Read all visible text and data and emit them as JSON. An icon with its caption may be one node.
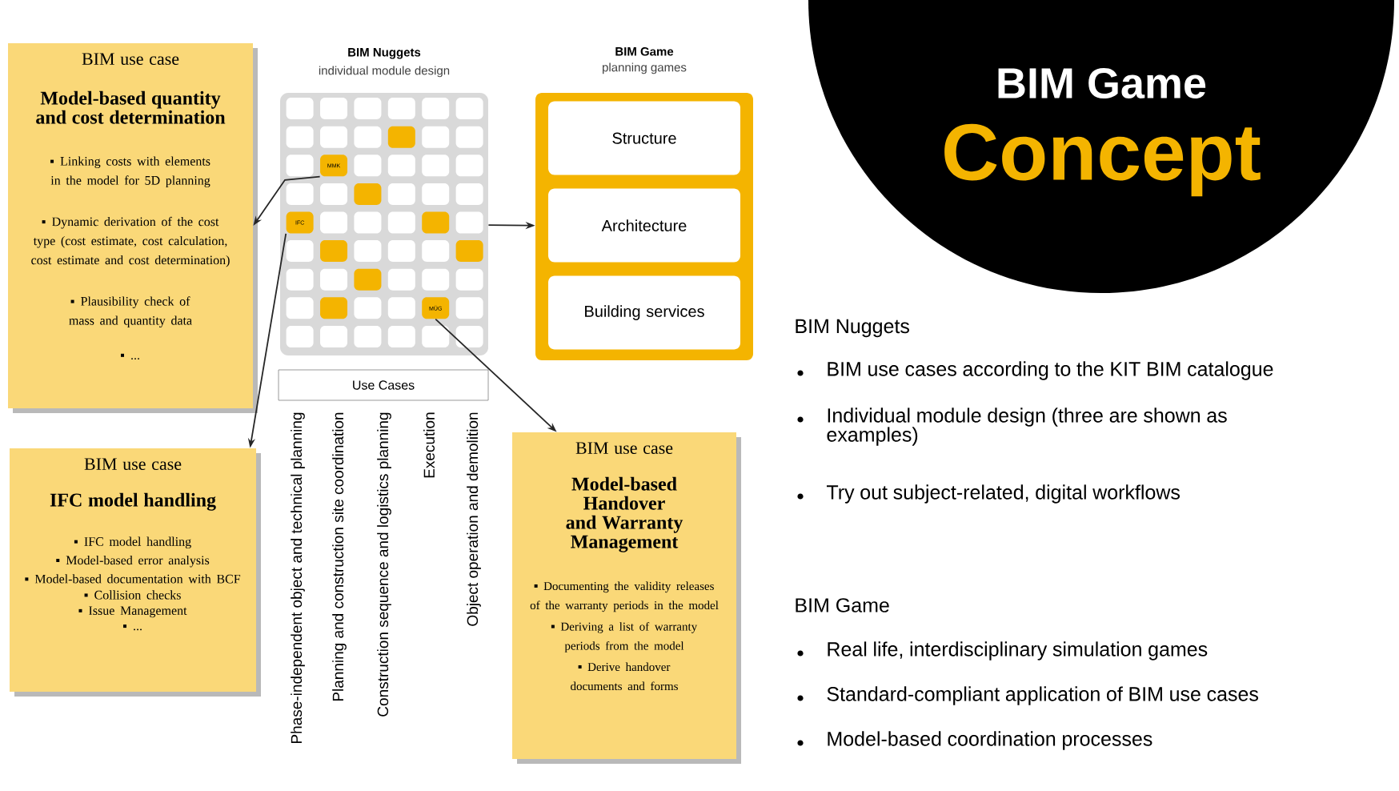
{
  "diagram": {
    "nodes": [
      {
        "text": [
          "BIM use case",
          "Model-based quantity and cost determination",
          "Linking costs with elements in the model for 5D planning",
          "Dynamic derivation of the cost type (cost estimate, cost calculation, cost estimate and cost determination)",
          "Plausibility check of mass and quantity data",
          "..."
        ]
      },
      {
        "text": [
          "BIM use case",
          "IFC model handling",
          "IFC model handling",
          "Model-based error analysis",
          "Model-based documentation with BCF",
          "Collision checks",
          "Issue Management",
          "..."
        ]
      },
      {
        "text": [
          "BIM Nuggets",
          "individual module design"
        ]
      },
      {
        "text": [],
        "shape": "box",
        "in": 2
      },
      {
        "text": [],
        "shape": "box",
        "in": 2
      },
      {
        "text": [],
        "shape": "box",
        "in": 2
      },
      {
        "text": [],
        "shape": "box",
        "in": 2
      },
      {
        "text": [],
        "shape": "box",
        "in": 2
      },
      {
        "text": [],
        "shape": "box",
        "in": 2
      },
      {
        "text": [],
        "shape": "box",
        "in": 2
      },
      {
        "text": [],
        "shape": "box",
        "in": 2
      },
      {
        "text": [],
        "shape": "box",
        "in": 2
      },
      {
        "text": [],
        "shape": "box",
        "in": 2
      },
      {
        "text": [],
        "shape": "box",
        "in": 2
      },
      {
        "text": [],
        "shape": "box",
        "in": 2
      },
      {
        "text": [],
        "shape": "box",
        "in": 2
      },
      {
        "text": [
          "MMK"
        ],
        "in": 2
      },
      {
        "text": [],
        "shape": "box",
        "in": 2
      },
      {
        "text": [],
        "shape": "box",
        "in": 2
      },
      {
        "text": [],
        "shape": "box",
        "in": 2
      },
      {
        "text": [],
        "shape": "box",
        "in": 2
      },
      {
        "text": [],
        "shape": "box",
        "in": 2
      },
      {
        "text": [],
        "shape": "box",
        "in": 2
      },
      {
        "text": [],
        "shape": "box",
        "in": 2
      },
      {
        "text": [],
        "shape": "box",
        "in": 2
      },
      {
        "text": [],
        "shape": "box",
        "in": 2
      },
      {
        "text": [],
        "shape": "box",
        "in": 2
      },
      {
        "text": [
          "IFC"
        ],
        "in": 2
      },
      {
        "text": [],
        "shape": "box",
        "in": 2
      },
      {
        "text": [],
        "shape": "box",
        "in": 2
      },
      {
        "text": [],
        "shape": "box",
        "in": 2
      },
      {
        "text": [],
        "shape": "box",
        "in": 2
      },
      {
        "text": [],
        "shape": "box",
        "in": 2
      },
      {
        "text": [],
        "shape": "box",
        "in": 2
      },
      {
        "text": [],
        "shape": "box",
        "in": 2
      },
      {
        "text": [],
        "shape": "box",
        "in": 2
      },
      {
        "text": [],
        "shape": "box",
        "in": 2
      },
      {
        "text": [],
        "shape": "box",
        "in": 2
      },
      {
        "text": [],
        "shape": "box",
        "in": 2
      },
      {
        "text": [],
        "shape": "box",
        "in": 2
      },
      {
        "text": [],
        "shape": "box",
        "in": 2
      },
      {
        "text": [],
        "shape": "box",
        "in": 2
      },
      {
        "text": [],
        "shape": "box",
        "in": 2
      },
      {
        "text": [],
        "shape": "box",
        "in": 2
      },
      {
        "text": [],
        "shape": "box",
        "in": 2
      },
      {
        "text": [],
        "shape": "box",
        "in": 2
      },
      {
        "text": [],
        "shape": "box",
        "in": 2
      },
      {
        "text": [],
        "shape": "box",
        "in": 2
      },
      {
        "text": [],
        "shape": "box",
        "in": 2
      },
      {
        "text": [
          "MÜG"
        ],
        "in": 2
      },
      {
        "text": [],
        "shape": "box",
        "in": 2
      },
      {
        "text": [],
        "shape": "box",
        "in": 2
      },
      {
        "text": [],
        "shape": "box",
        "in": 2
      },
      {
        "text": [],
        "shape": "box",
        "in": 2
      },
      {
        "text": [],
        "shape": "box",
        "in": 2
      },
      {
        "text": [],
        "shape": "box",
        "in": 2
      },
      {
        "text": [],
        "shape": "box",
        "in": 2
      },
      {
        "text": [
          "Use Cases"
        ]
      },
      {
        "text": [
          "BIM Game",
          "planning games"
        ]
      },
      {
        "text": [
          "Structure"
        ],
        "in": 58
      },
      {
        "text": [
          "Architecture"
        ],
        "in": 58
      },
      {
        "text": [
          "Building services"
        ],
        "in": 58
      },
      {
        "text": [
          "BIM use case",
          "Model-based Handover and Warranty Management",
          "Documenting the validity releases of the warranty periods in the model",
          "Deriving a list of warranty periods from the model",
          "Derive handover documents and forms"
        ]
      },
      {
        "text": [
          "BIM Game",
          "Concept"
        ]
      }
    ],
    "edges": [
      {
        "from": 16,
        "to": 0,
        "arrow": "to"
      },
      {
        "from": 27,
        "to": 1,
        "arrow": "to"
      },
      {
        "from": 49,
        "to": 62,
        "arrow": "to"
      },
      {
        "from": 2,
        "to": 58,
        "arrow": "to"
      }
    ],
    "labels": [
      "Phase-independent object and technical planning",
      "Planning and construction site coordination",
      "Construction sequence and logistics planning",
      "Execution",
      "Object operation and demolition",
      "BIM Nuggets",
      "BIM use cases according to the KIT BIM catalogue",
      "Individual module design (three are shown as examples)",
      "Try out subject-related, digital workflows",
      "BIM Game",
      "Real life, interdisciplinary simulation games",
      "Standard-compliant application of BIM use cases",
      "Model-based coordination processes"
    ]
  }
}
